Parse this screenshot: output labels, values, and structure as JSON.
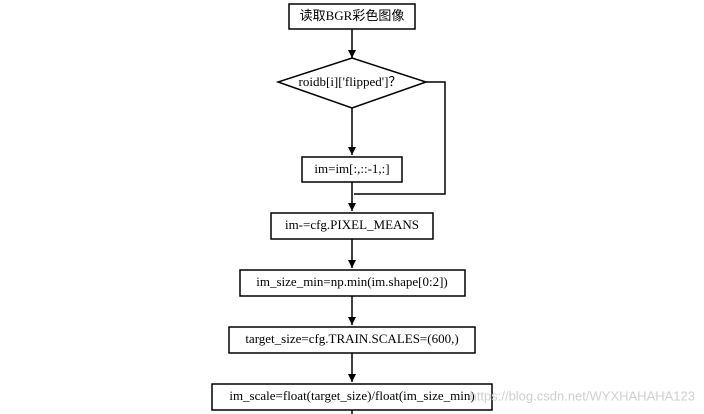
{
  "diagram": {
    "nodes": [
      {
        "id": "read-bgr",
        "shape": "process",
        "label": "读取BGR彩色图像"
      },
      {
        "id": "flipped-check",
        "shape": "decision",
        "label": "roidb[i]['flipped']？"
      },
      {
        "id": "flip-image",
        "shape": "process",
        "label": "im=im[:,::-1,:]"
      },
      {
        "id": "subtract-means",
        "shape": "process",
        "label": "im-=cfg.PIXEL_MEANS"
      },
      {
        "id": "im-size-min",
        "shape": "process",
        "label": "im_size_min=np.min(im.shape[0:2])"
      },
      {
        "id": "target-size",
        "shape": "process",
        "label": "target_size=cfg.TRAIN.SCALES=(600,)"
      },
      {
        "id": "im-scale",
        "shape": "process",
        "label": "im_scale=float(target_size)/float(im_size_min)"
      }
    ],
    "edges": [
      {
        "from": "read-bgr",
        "to": "flipped-check"
      },
      {
        "from": "flipped-check",
        "to": "flip-image"
      },
      {
        "from": "flip-image",
        "to": "subtract-means"
      },
      {
        "from": "flipped-check",
        "to": "subtract-means",
        "route": "bypass-right"
      },
      {
        "from": "subtract-means",
        "to": "im-size-min"
      },
      {
        "from": "im-size-min",
        "to": "target-size"
      },
      {
        "from": "target-size",
        "to": "im-scale"
      },
      {
        "from": "im-scale",
        "to": "continues-below"
      }
    ],
    "colors": {
      "stroke": "#000000",
      "fill": "#ffffff",
      "text": "#000000",
      "watermark": "#cfcfcf"
    }
  },
  "watermark": "https://blog.csdn.net/WYXHAHAHA123"
}
